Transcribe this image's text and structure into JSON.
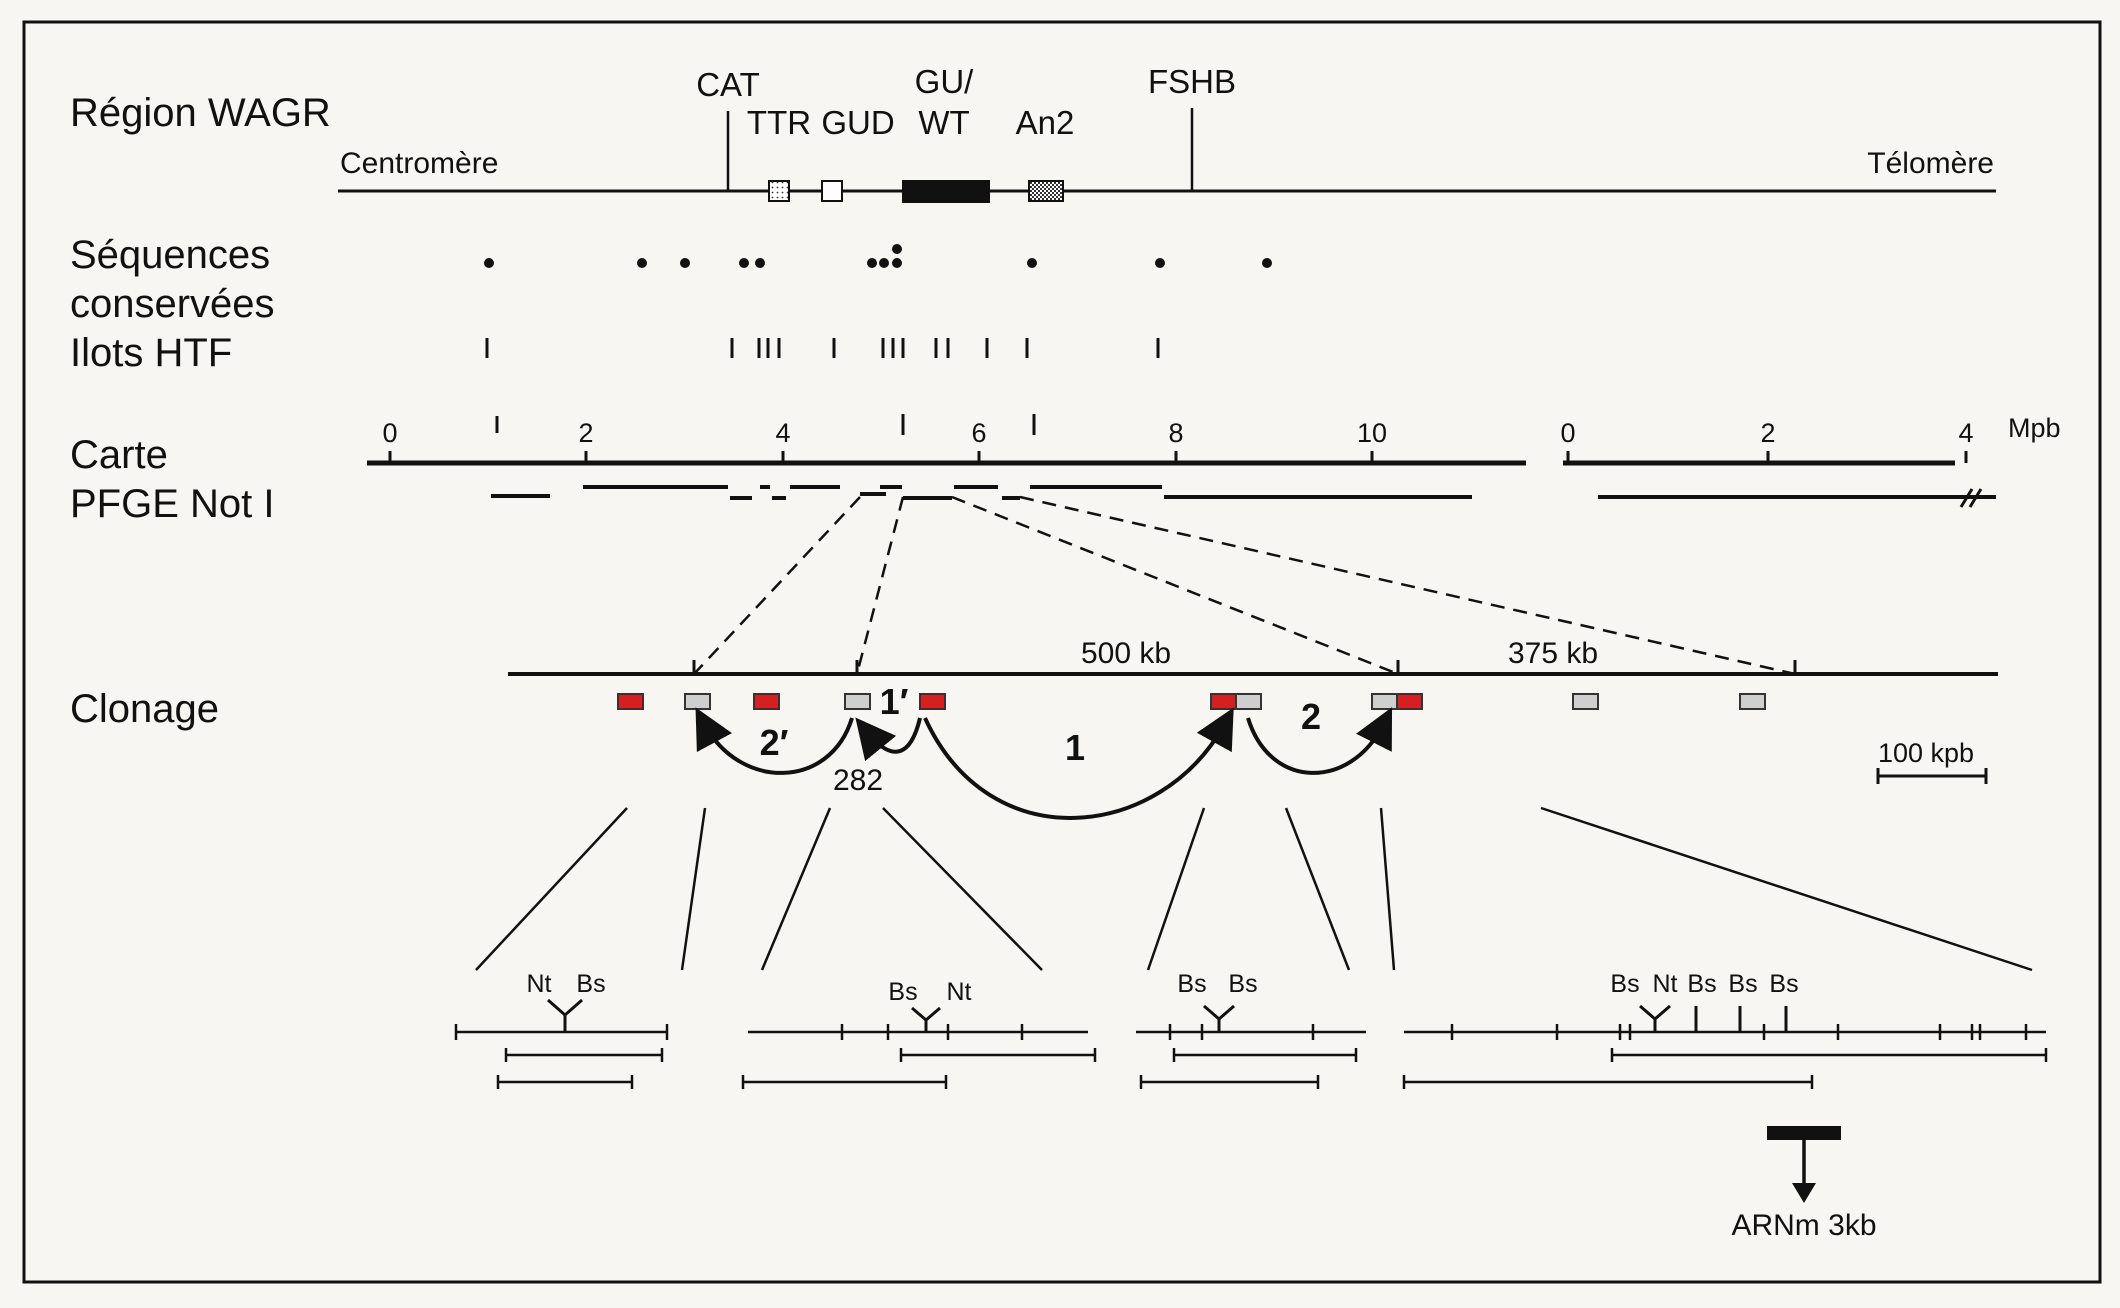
{
  "labels": {
    "region": "Région WAGR",
    "centromere": "Centromère",
    "telomere": "Télomère",
    "conserved_line1": "Séquences",
    "conserved_line2": "conservées",
    "htf": "Ilots HTF",
    "pfge_line1": "Carte",
    "pfge_line2": "PFGE  Not I",
    "cloning": "Clonage"
  },
  "genes": {
    "cat": "CAT",
    "ttr": "TTR",
    "gud": "GUD",
    "guwt_line1": "GU/",
    "guwt_line2": "WT",
    "an2": "An2",
    "fshb": "FSHB"
  },
  "scale": {
    "ticks_main": [
      "0",
      "2",
      "4",
      "6",
      "8",
      "10"
    ],
    "ticks_second": [
      "0",
      "2",
      "4"
    ],
    "unit": "Mpb"
  },
  "clone_map": {
    "size_a": "500 kb",
    "size_b": "375 kb",
    "scale_bar": "100 kpb"
  },
  "walks": {
    "w1": "1",
    "w1p": "1′",
    "w2": "2",
    "w2p": "2′",
    "w282": "282"
  },
  "sites": {
    "nt": "Nt",
    "bs": "Bs"
  },
  "mrna": "ARNm 3kb",
  "colors": {
    "ink": "#111111",
    "red_probe": "#d42020",
    "grey_probe": "#cfcfcf",
    "paper": "#f7f6f2"
  }
}
